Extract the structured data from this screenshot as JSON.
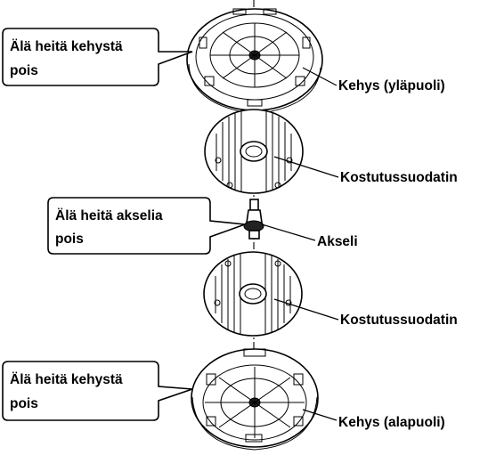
{
  "callouts": {
    "top": {
      "line1": "Älä heitä kehystä",
      "line2": "pois"
    },
    "middle": {
      "line1": "Älä heitä akselia",
      "line2": "pois"
    },
    "bottom": {
      "line1": "Älä heitä kehystä",
      "line2": "pois"
    }
  },
  "labels": {
    "frame_top": "Kehys (yläpuoli)",
    "filter_upper": "Kostutussuodatin",
    "axle": "Akseli",
    "filter_lower": "Kostutussuodatin",
    "frame_bottom": "Kehys (alapuoli)"
  }
}
